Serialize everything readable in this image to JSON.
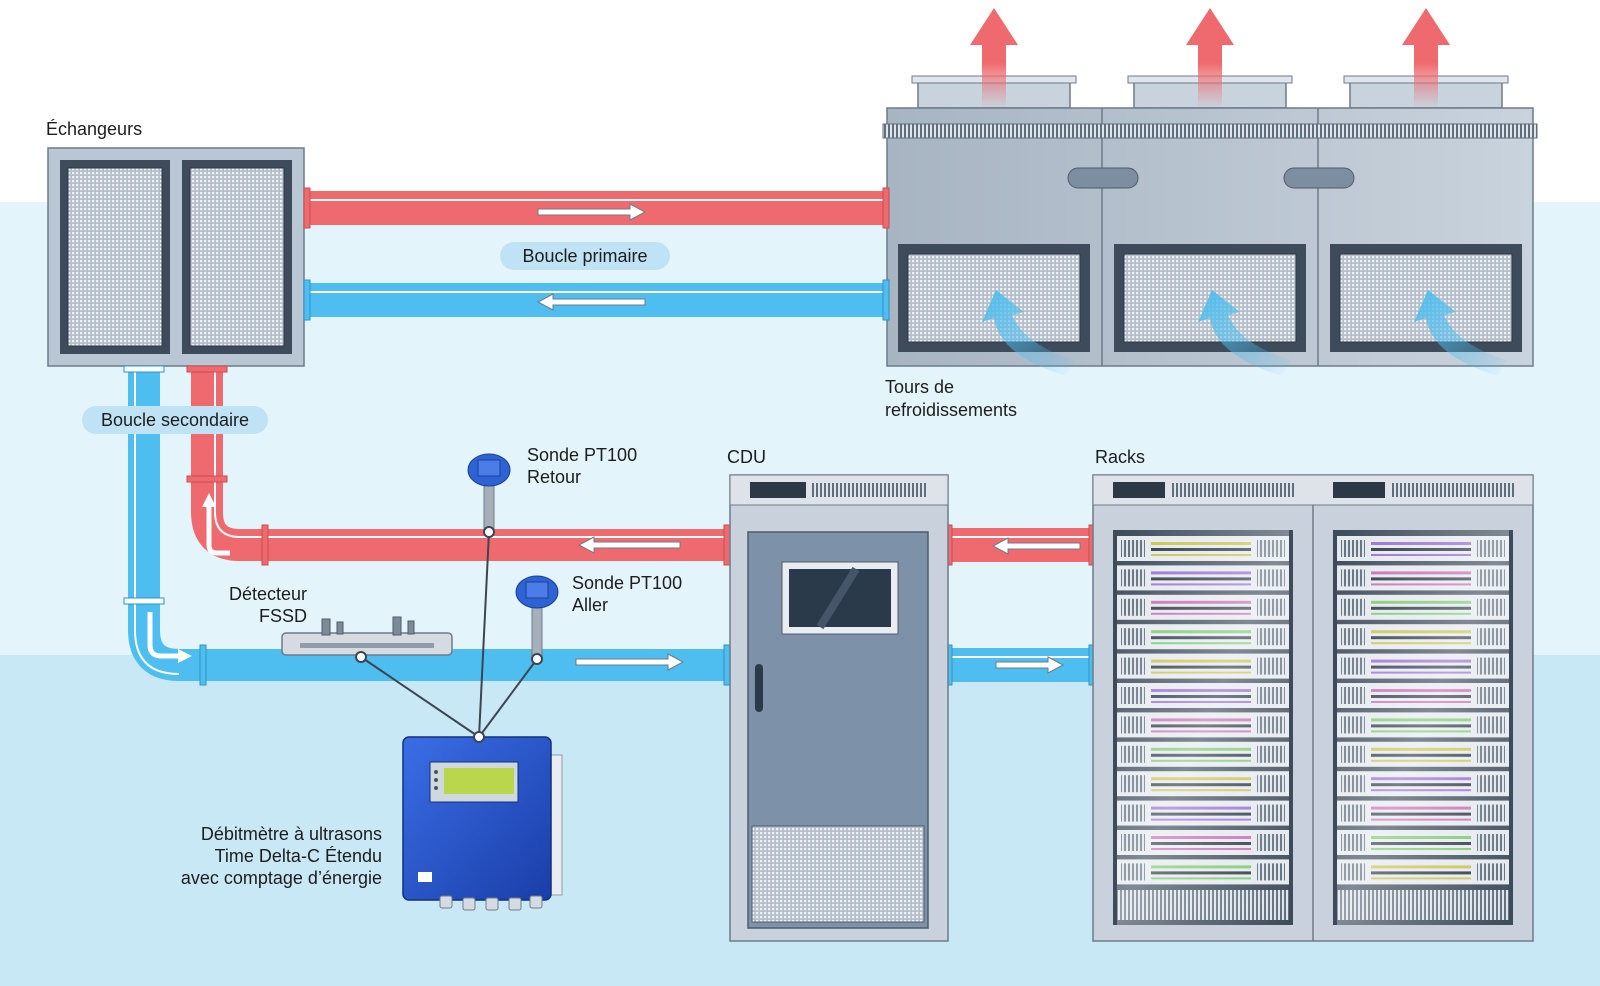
{
  "labels": {
    "exchangers": "Échangeurs",
    "primary_loop": "Boucle primaire",
    "secondary_loop": "Boucle secondaire",
    "cooling_towers_line1": "Tours de",
    "cooling_towers_line2": "refroidissements",
    "cdu": "CDU",
    "racks": "Racks",
    "sensor_return_line1": "Sonde PT100",
    "sensor_return_line2": "Retour",
    "sensor_supply_line1": "Sonde PT100",
    "sensor_supply_line2": "Aller",
    "detector_line1": "Détecteur",
    "detector_line2": "FSSD",
    "flowmeter_line1": "Débitmètre à ultrasons",
    "flowmeter_line2": "Time Delta-C Étendu",
    "flowmeter_line3": "avec comptage d’énergie"
  },
  "colors": {
    "hot_pipe": "#ef6a6e",
    "cold_pipe": "#4ebdef",
    "background_band": "#e4f4fb",
    "background_lower": "#c9e8f6",
    "equipment": "#b9c6d4",
    "flowmeter_body": "#2151c8",
    "hot_air_arrow": "#ef6a6e",
    "cold_air_arrow": "#4ebdef"
  },
  "icons": [
    "heat-exchanger-icon",
    "cooling-tower-icon",
    "cdu-cabinet-icon",
    "server-rack-icon",
    "temperature-probe-icon",
    "ultrasonic-transducer-icon",
    "flowmeter-icon",
    "flow-arrow-icon"
  ]
}
